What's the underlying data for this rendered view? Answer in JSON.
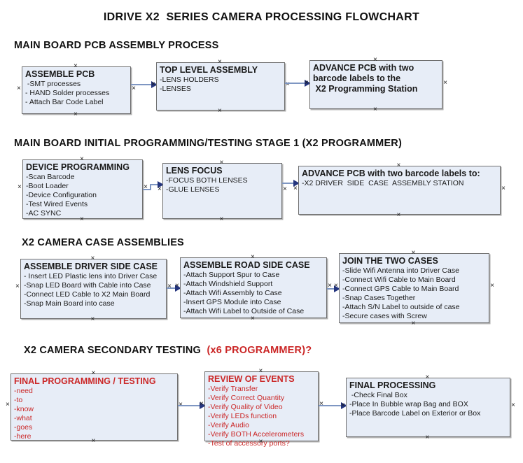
{
  "page_title": "IDRIVE X2  SERIES CAMERA PROCESSING FLOWCHART",
  "colors": {
    "box_fill": "#e7edf7",
    "box_border": "#6f6f6f",
    "arrow_line": "#7e96c2",
    "arrow_head": "#24357e",
    "red_text": "#cb2727",
    "black_text": "#1a1a1a"
  },
  "icons": {
    "connection_handle": "×",
    "arrowhead": "right-triangle"
  },
  "sections": [
    {
      "header": "MAIN BOARD PCB ASSEMBLY PROCESS",
      "boxes": [
        {
          "title": "ASSEMBLE PCB",
          "lines": [
            " -SMT processes",
            "- HAND Solder processes",
            "- Attach Bar Code Label"
          ]
        },
        {
          "title": "TOP LEVEL ASSEMBLY",
          "lines": [
            "-LENS HOLDERS",
            "-LENSES"
          ]
        },
        {
          "title": "ADVANCE PCB with two\nbarcode labels to the\n X2 Programming Station",
          "lines": []
        }
      ]
    },
    {
      "header": "MAIN BOARD INITIAL PROGRAMMING/TESTING STAGE 1 (X2 PROGRAMMER)",
      "boxes": [
        {
          "title": "DEVICE PROGRAMMING",
          "lines": [
            "-Scan Barcode",
            "-Boot Loader",
            "-Device Configuration",
            "-Test Wired Events",
            "-AC SYNC"
          ]
        },
        {
          "title": "LENS FOCUS",
          "lines": [
            "-FOCUS BOTH LENSES",
            "-GLUE LENSES"
          ]
        },
        {
          "title": "ADVANCE PCB with two barcode labels to:",
          "lines": [
            "-X2 DRIVER  SIDE  CASE  ASSEMBLY STATION"
          ]
        }
      ]
    },
    {
      "header": "X2 CAMERA CASE ASSEMBLIES",
      "boxes": [
        {
          "title": "ASSEMBLE DRIVER SIDE CASE",
          "lines": [
            "- Insert LED Plastic lens into Driver Case",
            "-Snap LED Board with Cable into Case",
            "-Connect LED Cable to X2 Main Board",
            "-Snap Main Board into case"
          ]
        },
        {
          "title": "ASSEMBLE ROAD SIDE CASE",
          "lines": [
            "-Attach Support Spur to Case",
            "-Attach Windshield Support",
            "-Attach Wifi Assembly to Case",
            "-Insert GPS Module into Case",
            "-Attach Wifi Label to Outside of Case"
          ]
        },
        {
          "title": "JOIN THE TWO CASES",
          "lines": [
            "-Slide Wifi Antenna into Driver Case",
            "-Connect Wifi Cable to Main Board",
            "-Connect GPS Cable to Main Board",
            "-Snap Cases Together",
            "-Attach S/N Label to outside of case",
            "-Secure cases with Screw"
          ]
        }
      ]
    },
    {
      "header": "X2 CAMERA SECONDARY TESTING  ",
      "header_red": "(x6 PROGRAMMER)?",
      "boxes": [
        {
          "title": "FINAL PROGRAMMING / TESTING",
          "lines": [
            "-need",
            "-to",
            "-know",
            "-what",
            "-goes",
            "-here"
          ]
        },
        {
          "title": "REVIEW OF EVENTS",
          "lines": [
            "-Verify Transfer",
            "-Verify Correct Quantity",
            "-Verify Quality of Video",
            "-Verify LEDs function",
            "-Verify Audio",
            "-Verify BOTH Accelerometers",
            "-Test of accessory ports?"
          ]
        },
        {
          "title": "FINAL PROCESSING",
          "lines": [
            " -Check Final Box",
            "-Place In Bubble wrap Bag and BOX",
            "-Place Barcode Label on Exterior or Box"
          ]
        }
      ]
    }
  ]
}
